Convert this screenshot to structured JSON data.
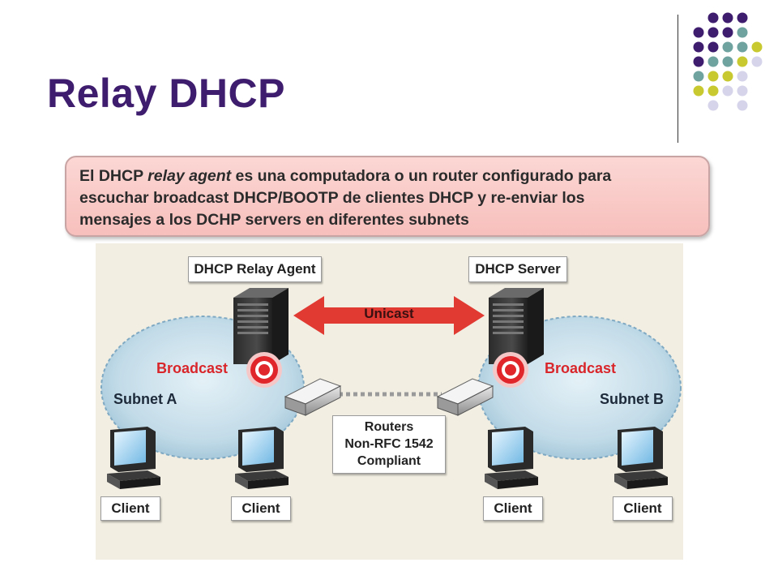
{
  "slide": {
    "title": "Relay DHCP"
  },
  "callout": {
    "line1_a": "El DHCP ",
    "line1_italic": "relay agent",
    "line1_b": " es una computadora o un router configurado para",
    "line2": "escuchar broadcast DHCP/BOOTP de clientes DHCP y re-enviar los",
    "line3": "mensajes a los DCHP servers en diferentes subnets"
  },
  "diagram": {
    "relay_agent_label": "DHCP Relay Agent",
    "server_label": "DHCP Server",
    "unicast_label": "Unicast",
    "broadcast_left": "Broadcast",
    "broadcast_right": "Broadcast",
    "subnet_a": "Subnet A",
    "subnet_b": "Subnet B",
    "routers_line1": "Routers",
    "routers_line2": "Non-RFC 1542",
    "routers_line3": "Compliant",
    "clients": [
      "Client",
      "Client",
      "Client",
      "Client"
    ]
  },
  "colors": {
    "title": "#3f1d6e",
    "arrow": "#e03a33",
    "broadcast_text": "#d8262b",
    "dot_purple": "#3f1d6e",
    "dot_teal": "#6fa3a0",
    "dot_yellow": "#c8c930",
    "dot_lavender": "#d5d4ea"
  }
}
